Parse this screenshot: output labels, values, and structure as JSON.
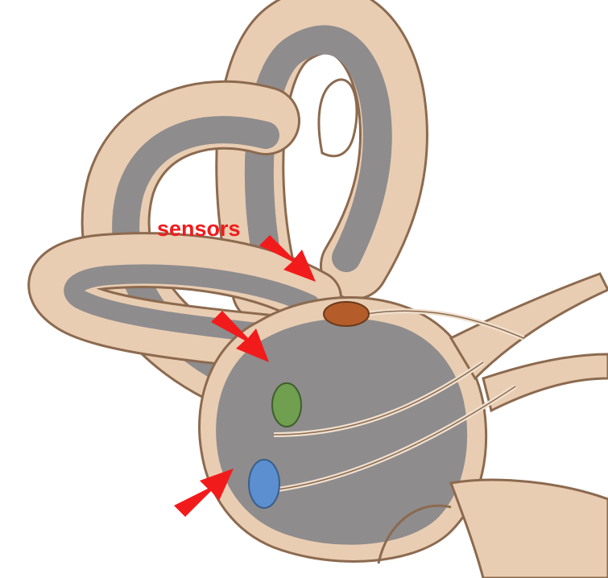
{
  "annotation": {
    "label": "sensors"
  },
  "colors": {
    "background": "#ffffff",
    "canal_outer": "#e9cdb2",
    "canal_edge": "#8c6a4f",
    "canal_lumen": "#8e8c8d",
    "arrow": "#f21b1b",
    "label": "#f21b1b",
    "sensor_top": "#b45d2a",
    "sensor_middle": "#6f9f4f",
    "sensor_bottom": "#5b8fd0"
  },
  "icons": [
    "semicircular-canals-illustration",
    "red-arrow"
  ]
}
